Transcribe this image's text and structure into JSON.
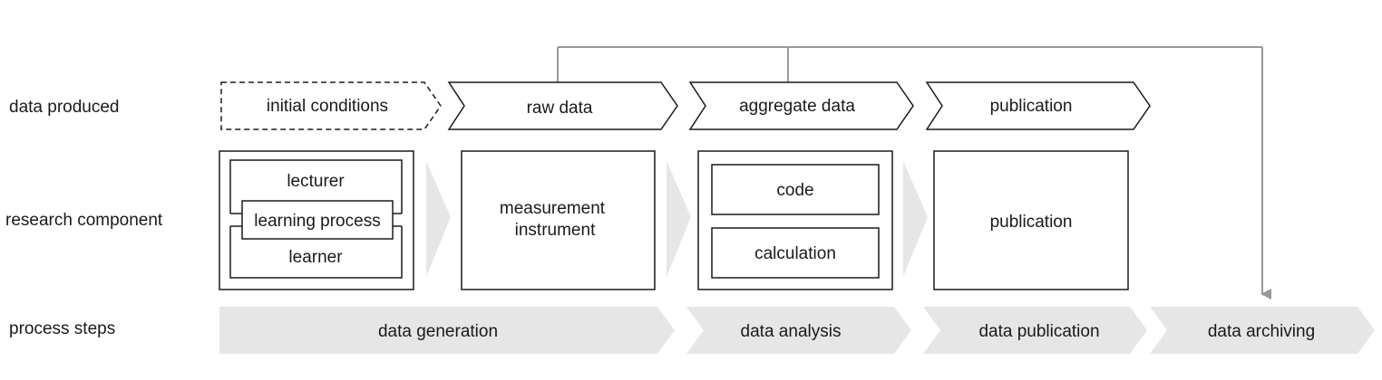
{
  "row_labels": {
    "data_produced": "data produced",
    "research_component": "research component",
    "process_steps": "process steps"
  },
  "data_produced": {
    "initial_conditions": "initial conditions",
    "raw_data": "raw data",
    "aggregate_data": "aggregate data",
    "publication": "publication"
  },
  "research_components": {
    "group1": {
      "lecturer": "lecturer",
      "learning_process": "learning process",
      "learner": "learner"
    },
    "measurement_line1": "measurement",
    "measurement_line2": "instrument",
    "group3": {
      "code": "code",
      "calculation": "calculation"
    },
    "publication": "publication"
  },
  "process_steps": {
    "data_generation": "data generation",
    "data_analysis": "data analysis",
    "data_publication": "data publication",
    "data_archiving": "data archiving"
  },
  "colors": {
    "stroke": "#1a1a1a",
    "step_fill": "#e6e6e6",
    "connector": "#999999"
  }
}
